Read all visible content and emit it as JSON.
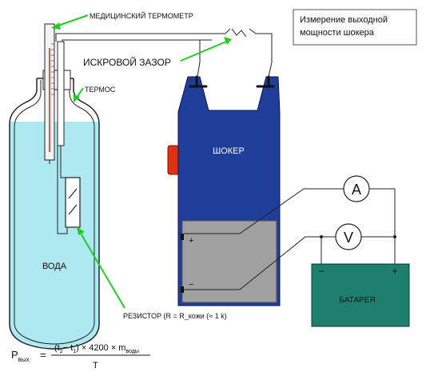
{
  "title_box": {
    "line1": "Измерение выходной",
    "line2": "мощности шокера"
  },
  "labels": {
    "thermometer": "МЕДИЦИНСКИЙ ТЕРМОМЕТР",
    "spark_gap": "ИСКРОВОЙ ЗАЗОР",
    "thermos": "ТЕРМОС",
    "shocker": "ШОКЕР",
    "water": "ВОДА",
    "resistor": "РЕЗИСТОР (R = R_кожи (≈ 1 k)",
    "battery": "БАТАРЕЯ",
    "ammeter": "A",
    "voltmeter": "V",
    "plus": "+",
    "minus": "−"
  },
  "formula": {
    "lhs_main": "P",
    "lhs_sub": "вых",
    "equals": "=",
    "num_open": "(t",
    "num_t2_sub": "2",
    "num_minus": "− t",
    "num_t1_sub": "1",
    "num_close": ") × 4200 × m",
    "num_m_sub": "воды",
    "denominator": "T"
  },
  "colors": {
    "water": "#aee8f0",
    "thermos_outline": "#222222",
    "shocker_body": "#1f3d99",
    "shocker_battery_bay": "#a0a0a0",
    "switch": "#e03010",
    "battery": "#1f7f6f",
    "pointer": "#22cc22"
  }
}
